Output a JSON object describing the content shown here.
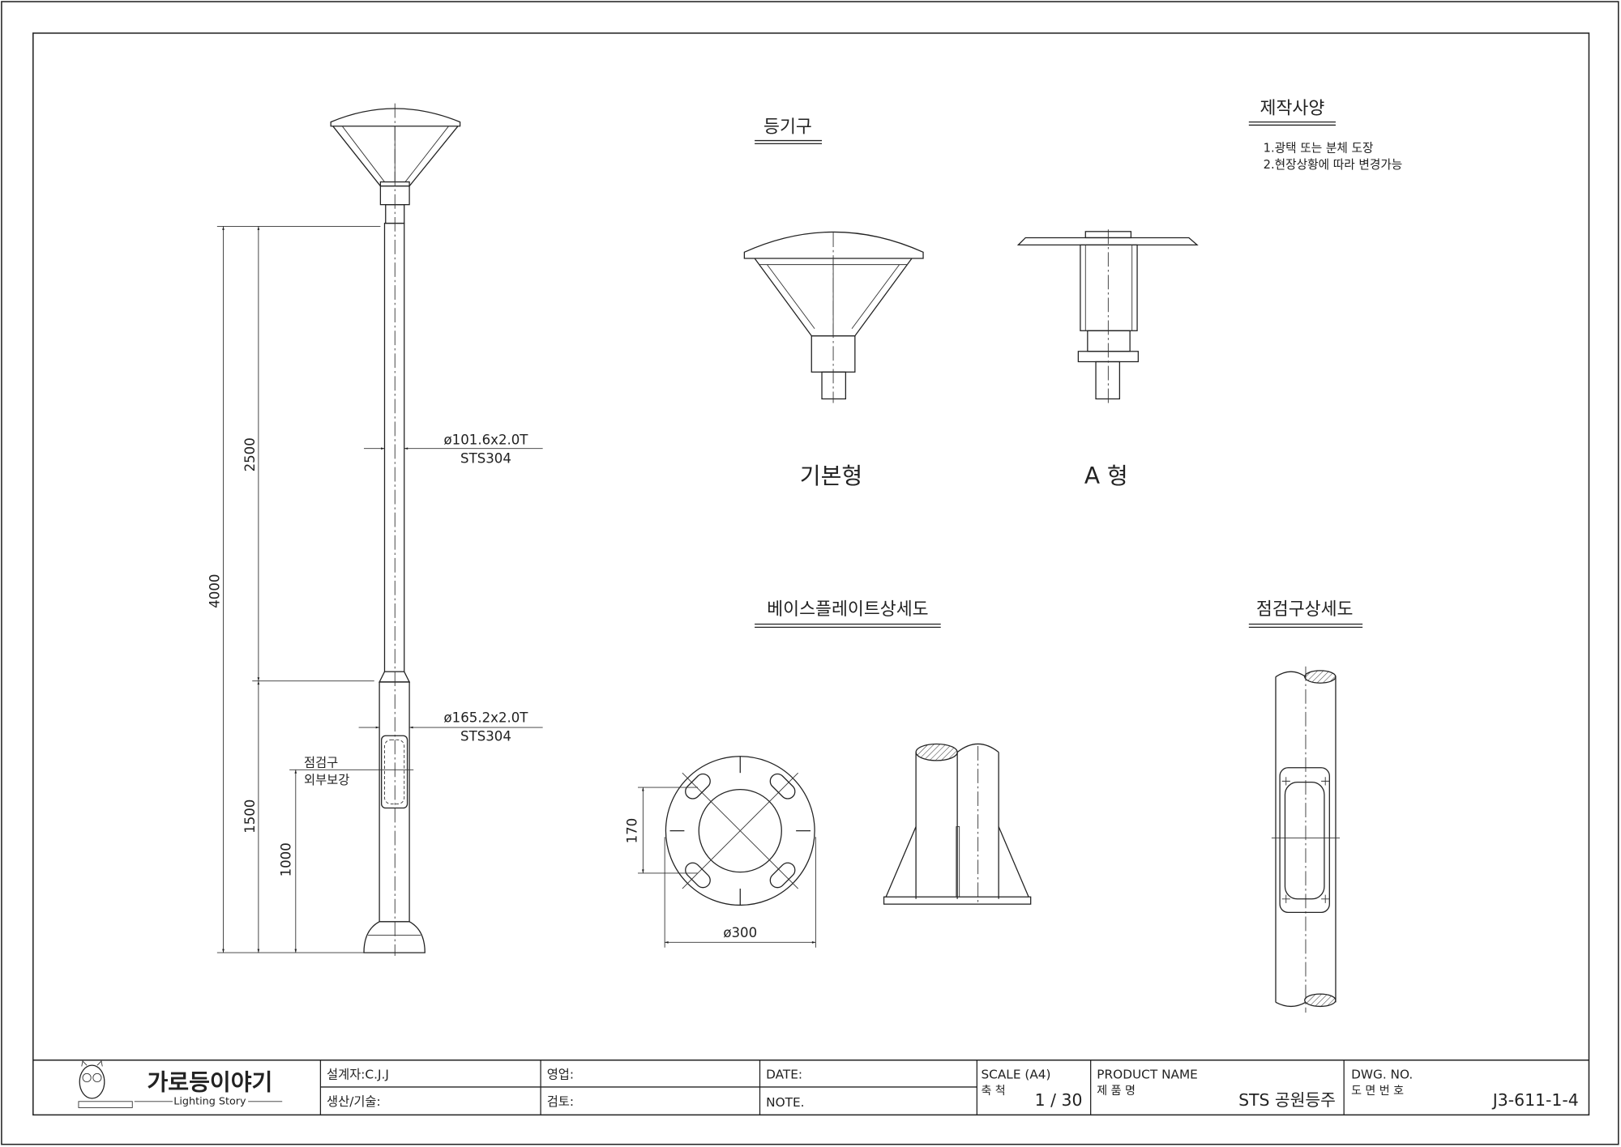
{
  "title_block": {
    "logo_title": "가로등이야기",
    "logo_subtitle": "Lighting Story",
    "designer": "설계자:C.J.J",
    "sales": "영업:",
    "date": "DATE:",
    "production": "생산/기술:",
    "review": "검토:",
    "note": "NOTE.",
    "scale_label": "SCALE (A4)",
    "scale_label_kr": "축 척",
    "scale_value": "1 / 30",
    "product_label": "PRODUCT NAME",
    "product_label_kr": "제 품 명",
    "product_value": "STS 공원등주",
    "dwg_label": "DWG. NO.",
    "dwg_label_kr": "도 면 번 호",
    "dwg_value": "J3-611-1-4"
  },
  "specs": {
    "heading": "제작사양",
    "notes": [
      "1.광택 또는 분체 도장",
      "2.현장상황에 따라 변경가능"
    ]
  },
  "pole": {
    "dim_total": "4000",
    "dim_upper": "2500",
    "dim_lower": "1500",
    "dim_door": "1000",
    "upper_pipe": "ø101.6x2.0T",
    "upper_material": "STS304",
    "lower_pipe": "ø165.2x2.0T",
    "lower_material": "STS304",
    "door_label_1": "점검구",
    "door_label_2": "외부보강"
  },
  "luminaire": {
    "heading": "등기구",
    "type_basic": "기본형",
    "type_a": "A 형"
  },
  "base_plate": {
    "heading": "베이스플레이트상세도",
    "dim_pitch": "170",
    "dim_diameter": "ø300"
  },
  "access_door": {
    "heading": "점검구상세도"
  }
}
